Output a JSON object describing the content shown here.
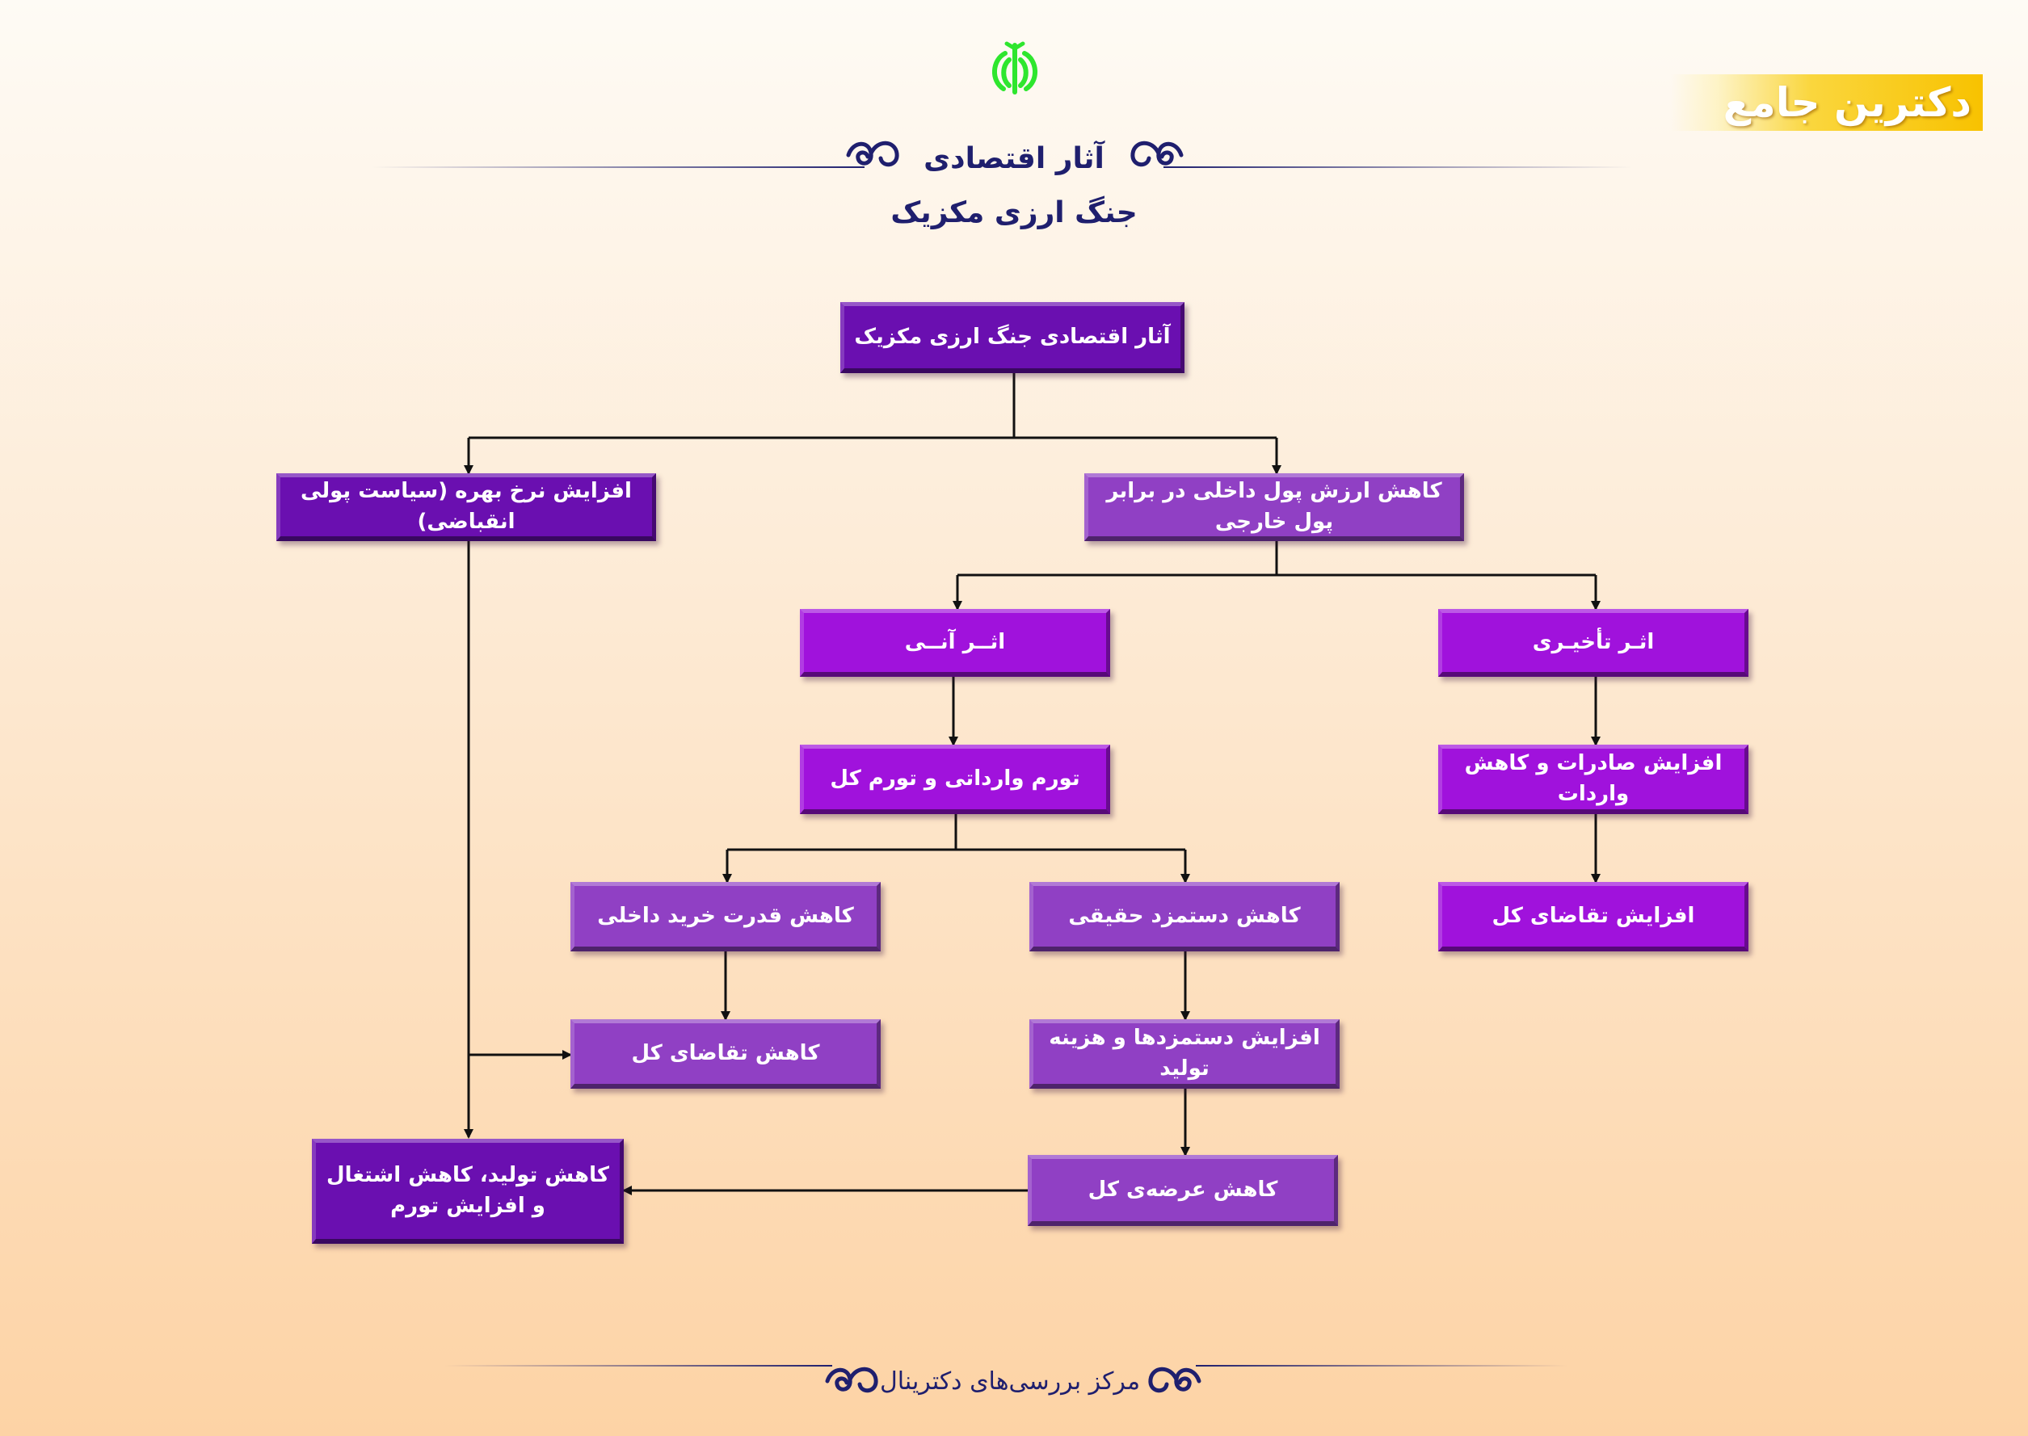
{
  "header": {
    "brand": "دکترین جامع",
    "title_line1": "آثار اقتصادی",
    "title_line2": "جنگ ارزی مکزیک",
    "emblem_icon": "iran-emblem-icon",
    "ornament_icon": "curl-ornament-icon"
  },
  "diagram": {
    "root": "آثار اقتصادی جنگ ارزی مکزیک",
    "devaluation": "کاهش ارزش پول داخلی در برابر پول خارجی",
    "interest_rate": "افزایش نرخ بهره (سیاست پولی انقباضی)",
    "delayed_effect": "اثـر تأخیـری",
    "immediate_effect": "اثــر آنــی",
    "exports_increase": "افزایش صادرات و کاهش واردات",
    "aggregate_demand_increase": "افزایش تقاضای کل",
    "import_inflation": "تورم وارداتی و تورم کل",
    "real_wage_decrease": "کاهش دستمزد حقیقی",
    "purchasing_power_decrease": "کاهش قدرت خرید داخلی",
    "wages_cost_increase": "افزایش دستمزدها و هزینه تولید",
    "aggregate_demand_decrease": "کاهش تقاضای کل",
    "aggregate_supply_decrease": "کاهش عرضه‌ی کل",
    "final_outcome": "کاهش تولید، کاهش اشتغال\nو افزایش تورم"
  },
  "footer": {
    "text": "مرکز بررسی‌های دکترینال"
  },
  "colors": {
    "box_dark": "#6a0fb0",
    "box_mid": "#a012dc",
    "box_light": "#9040c4",
    "title_navy": "#1f1f6e",
    "brand_gold": "#f8c200",
    "emblem_green": "#2ee62e"
  }
}
